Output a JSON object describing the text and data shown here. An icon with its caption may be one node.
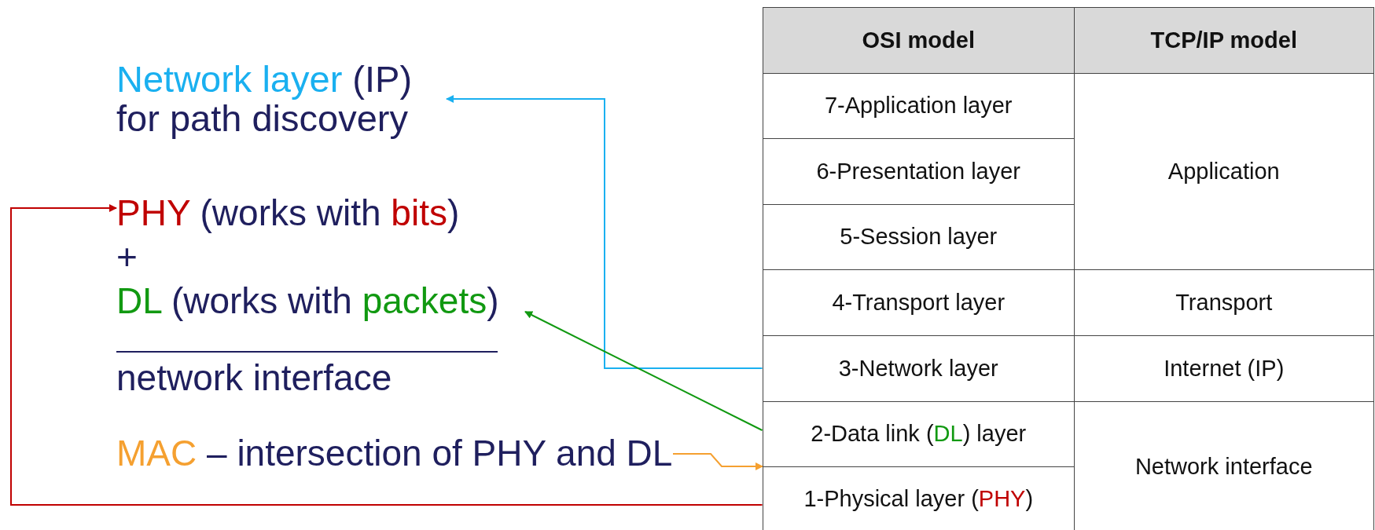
{
  "diagram": {
    "nodes": [
      {
        "text": [
          "Network layer (IP) for path discovery"
        ]
      },
      {
        "text": [
          "PHY (works with bits) + DL (works with packets)",
          "network interface"
        ]
      },
      {
        "text": [
          "MAC – intersection of PHY and DL"
        ]
      },
      {
        "text": [],
        "shape": "box"
      },
      {
        "text": [
          "OSI model"
        ],
        "in": 3
      },
      {
        "text": [
          "TCP/IP model"
        ],
        "in": 3
      },
      {
        "text": [
          "7-Application layer"
        ],
        "in": 3
      },
      {
        "text": [
          "Application"
        ],
        "in": 3
      },
      {
        "text": [
          "6-Presentation layer"
        ],
        "in": 3
      },
      {
        "text": [
          "5-Session layer"
        ],
        "in": 3
      },
      {
        "text": [
          "4-Transport layer"
        ],
        "in": 3
      },
      {
        "text": [
          "Transport"
        ],
        "in": 3
      },
      {
        "text": [
          "3-Network layer"
        ],
        "in": 3
      },
      {
        "text": [
          "Internet (IP)"
        ],
        "in": 3
      },
      {
        "text": [
          "2-Data link (DL) layer"
        ],
        "in": 3
      },
      {
        "text": [
          "Network interface"
        ],
        "in": 3
      },
      {
        "text": [
          "1-Physical layer (PHY)"
        ],
        "in": 3
      }
    ],
    "edges": [
      {
        "from": 12,
        "to": 0,
        "arrow": "to",
        "color": "#1ab0f0"
      },
      {
        "from": 14,
        "to": 1,
        "arrow": "to",
        "color": "#119911"
      },
      {
        "from": 2,
        "to": 3,
        "arrow": "to",
        "color": "#f5a030"
      },
      {
        "from": 16,
        "to": 1,
        "arrow": "to",
        "color": "#c00000"
      }
    ]
  }
}
